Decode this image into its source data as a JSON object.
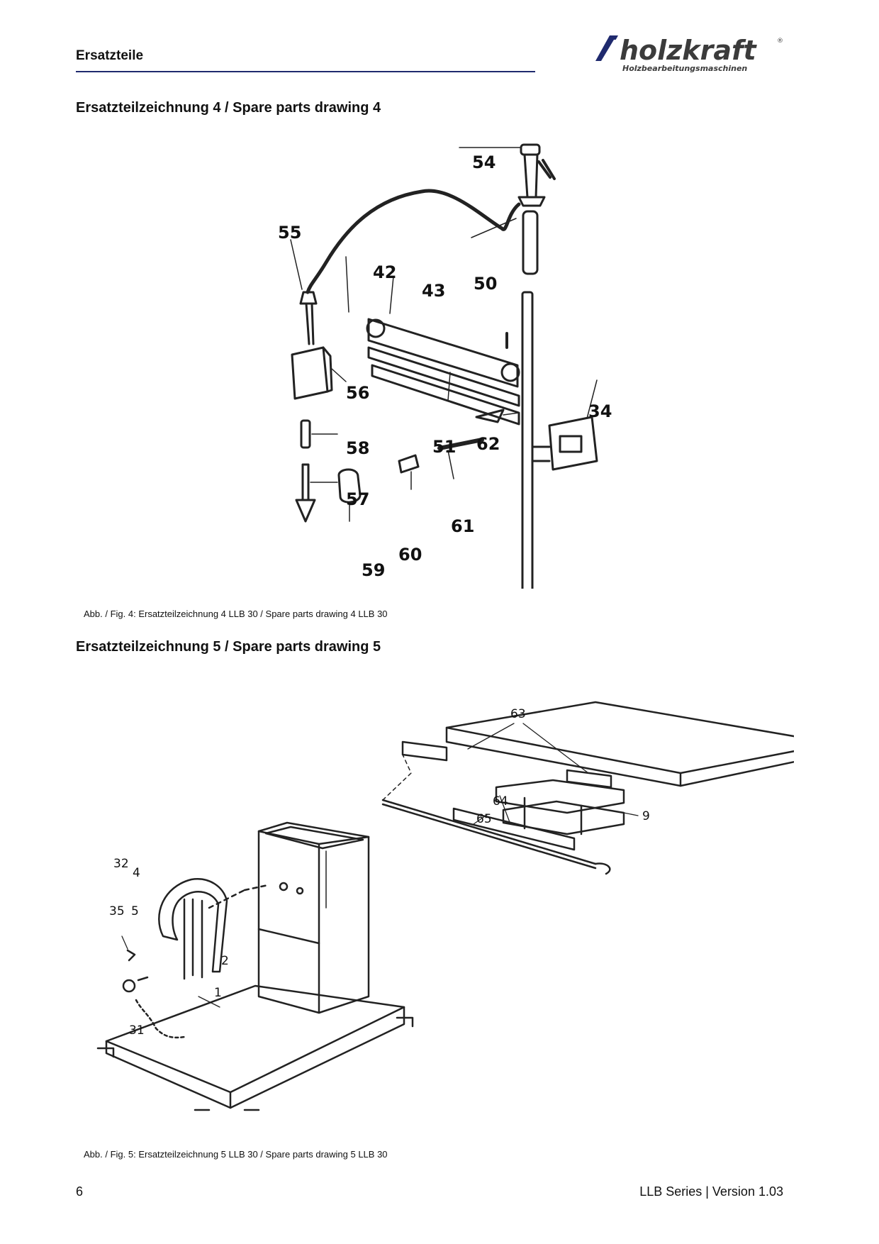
{
  "header": {
    "section": "Ersatzteile",
    "logo": {
      "wordmark": "holzkraft",
      "registered": "®",
      "tagline": "Holzbearbeitungsmaschinen"
    }
  },
  "figure4": {
    "heading": "Ersatzteilzeichnung 4 / Spare parts drawing 4",
    "caption": "Abb. / Fig. 4: Ersatzteilzeichnung 4 LLB 30 / Spare parts drawing 4 LLB 30",
    "callouts": [
      "54",
      "55",
      "50",
      "42",
      "43",
      "56",
      "34",
      "51",
      "62",
      "58",
      "57",
      "61",
      "60",
      "59"
    ]
  },
  "figure5": {
    "heading": "Ersatzteilzeichnung 5 / Spare parts drawing 5",
    "caption": "Abb. / Fig. 5: Ersatzteilzeichnung 5 LLB 30 / Spare parts drawing 5 LLB 30",
    "callouts": [
      "63",
      "64",
      "65",
      "9",
      "32",
      "4",
      "35",
      "5",
      "2",
      "1",
      "31"
    ]
  },
  "footer": {
    "page": "6",
    "doc": "LLB Series | Version 1.03"
  },
  "colors": {
    "rule": "#1f2a6e",
    "logo_dark": "#3b3b3b",
    "logo_accent": "#1f2a6e"
  }
}
